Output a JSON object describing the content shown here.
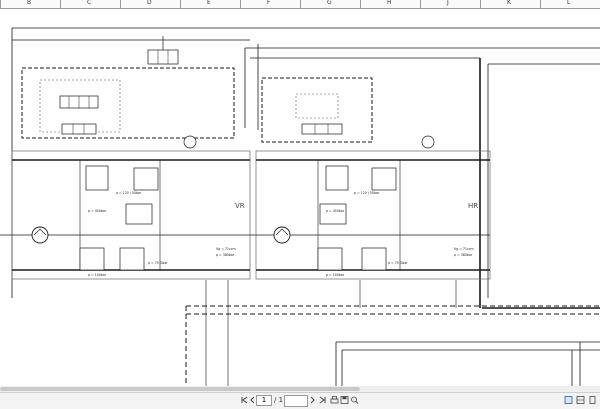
{
  "columns": [
    "B",
    "C",
    "D",
    "E",
    "F",
    "G",
    "H",
    "J",
    "K",
    "L"
  ],
  "left_circuit": {
    "label": "VR",
    "annotations": {
      "pressure_relief_top": "p = 120 / 50bar",
      "pressure_mid": "p = 450bar",
      "pressure_bottom": "p = 100bar",
      "pressure_bottom_right": "p = 70 Obar",
      "flow": "Vg = 71ccm",
      "pressure_rated": "p = 380bar"
    }
  },
  "right_circuit": {
    "label": "HR",
    "annotations": {
      "pressure_relief_top": "p = 120 / 50bar",
      "pressure_mid": "p = 450bar",
      "pressure_bottom": "p = 100bar",
      "pressure_bottom_right": "p = 70 Obar",
      "flow": "Vg = 71ccm",
      "pressure_rated": "p = 380bar"
    }
  },
  "toolbar": {
    "page_current": "1",
    "page_total": "/ 1",
    "zoom_value": ""
  },
  "colors": {
    "line": "#1a1a1a",
    "box_border": "#6a6a6a",
    "background": "#ffffff",
    "toolbar_bg": "#f3f3f3"
  },
  "icons": [
    "first-page-icon",
    "prev-page-icon",
    "next-page-icon",
    "last-page-icon",
    "print-icon",
    "save-icon",
    "zoom-icon",
    "fit-page-icon",
    "fit-width-icon",
    "single-page-icon"
  ]
}
